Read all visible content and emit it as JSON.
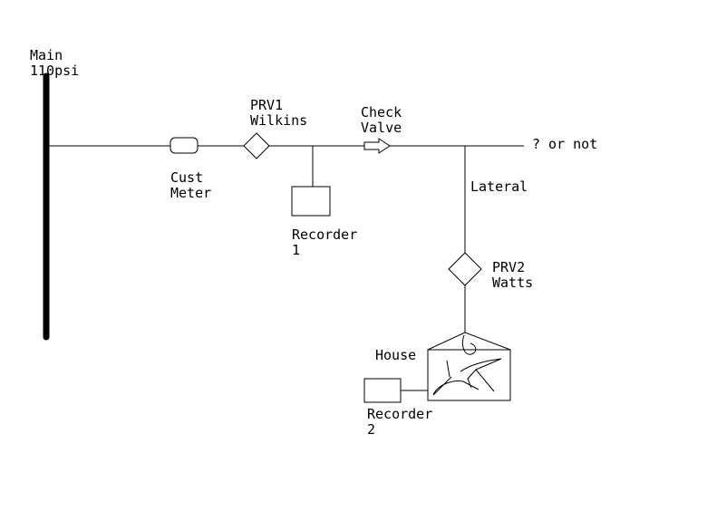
{
  "labels": {
    "main_line1": "Main",
    "main_line2": "110psi",
    "cust_meter_line1": "Cust",
    "cust_meter_line2": "Meter",
    "prv1_line1": "PRV1",
    "prv1_line2": "Wilkins",
    "check_valve_line1": "Check",
    "check_valve_line2": "Valve",
    "question": "? or not",
    "lateral": "Lateral",
    "recorder1_line1": "Recorder",
    "recorder1_line2": "1",
    "prv2_line1": "PRV2",
    "prv2_line2": "Watts",
    "house": "House",
    "recorder2_line1": "Recorder",
    "recorder2_line2": "2"
  },
  "colors": {
    "line": "#000000",
    "background": "#ffffff"
  }
}
